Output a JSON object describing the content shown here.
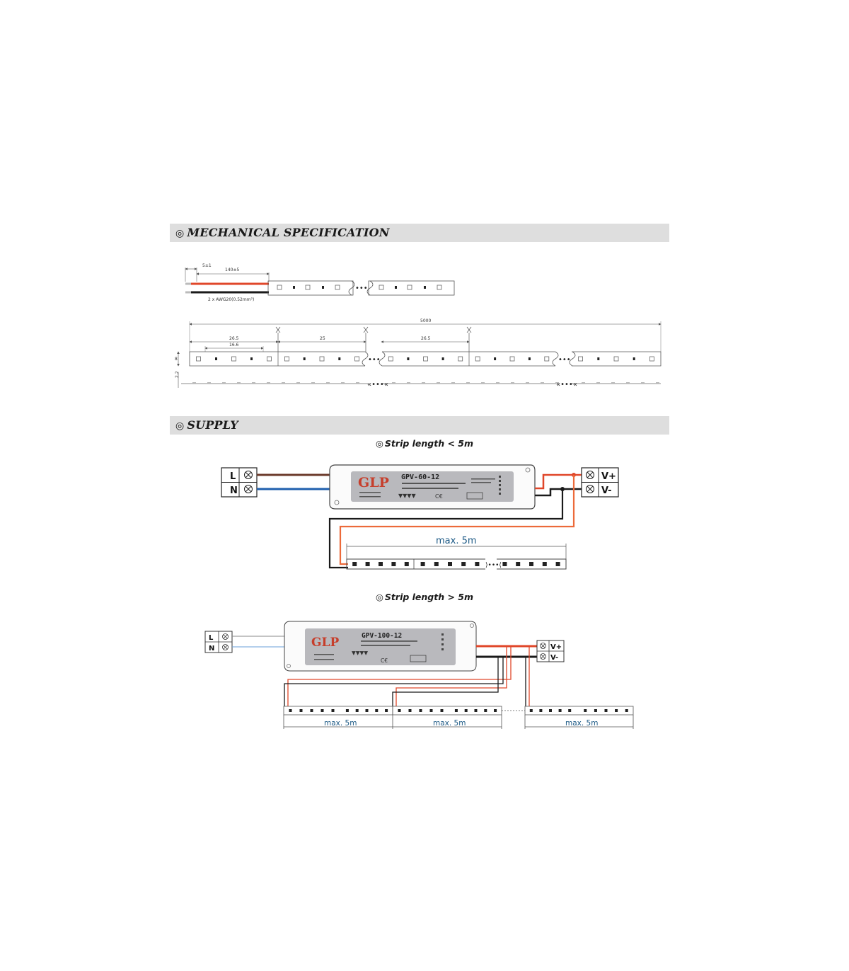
{
  "sections": {
    "mechanical": {
      "title": "MECHANICAL SPECIFICATION",
      "mark": "◎"
    },
    "supply": {
      "title": "SUPPLY",
      "mark": "◎"
    }
  },
  "mechanical": {
    "wire_strip_len": "5±1",
    "wire_len": "140±5",
    "wire_note": "2 x AWG20(0.52mm²)",
    "total_len": "5000",
    "seg1_len": "26.5",
    "seg1_led": "16.6",
    "seg2_len": "25",
    "seg3_len": "26.5",
    "width": "8",
    "thickness": "2.2"
  },
  "supply": {
    "case_small": {
      "heading": "Strip length < 5m",
      "mark": "◎"
    },
    "case_large": {
      "heading": "Strip length > 5m",
      "mark": "◎"
    },
    "brand": "GLP",
    "model_small": "GPV-60-12",
    "model_large": "GPV-100-12",
    "input_L": "L",
    "input_N": "N",
    "out_pos": "V+",
    "out_neg": "V-",
    "max_small": "max. 5m",
    "max_large": [
      "max. 5m",
      "max. 5m",
      "max. 5m"
    ]
  },
  "colors": {
    "wire_red": "#e0472a",
    "wire_orange": "#ec6a3a",
    "wire_brown": "#6b3a2a",
    "wire_blue": "#1f5fae",
    "wire_black": "#1a1a1a",
    "label_gray": "#b9b9bd",
    "brand_red": "#c63e2b"
  }
}
